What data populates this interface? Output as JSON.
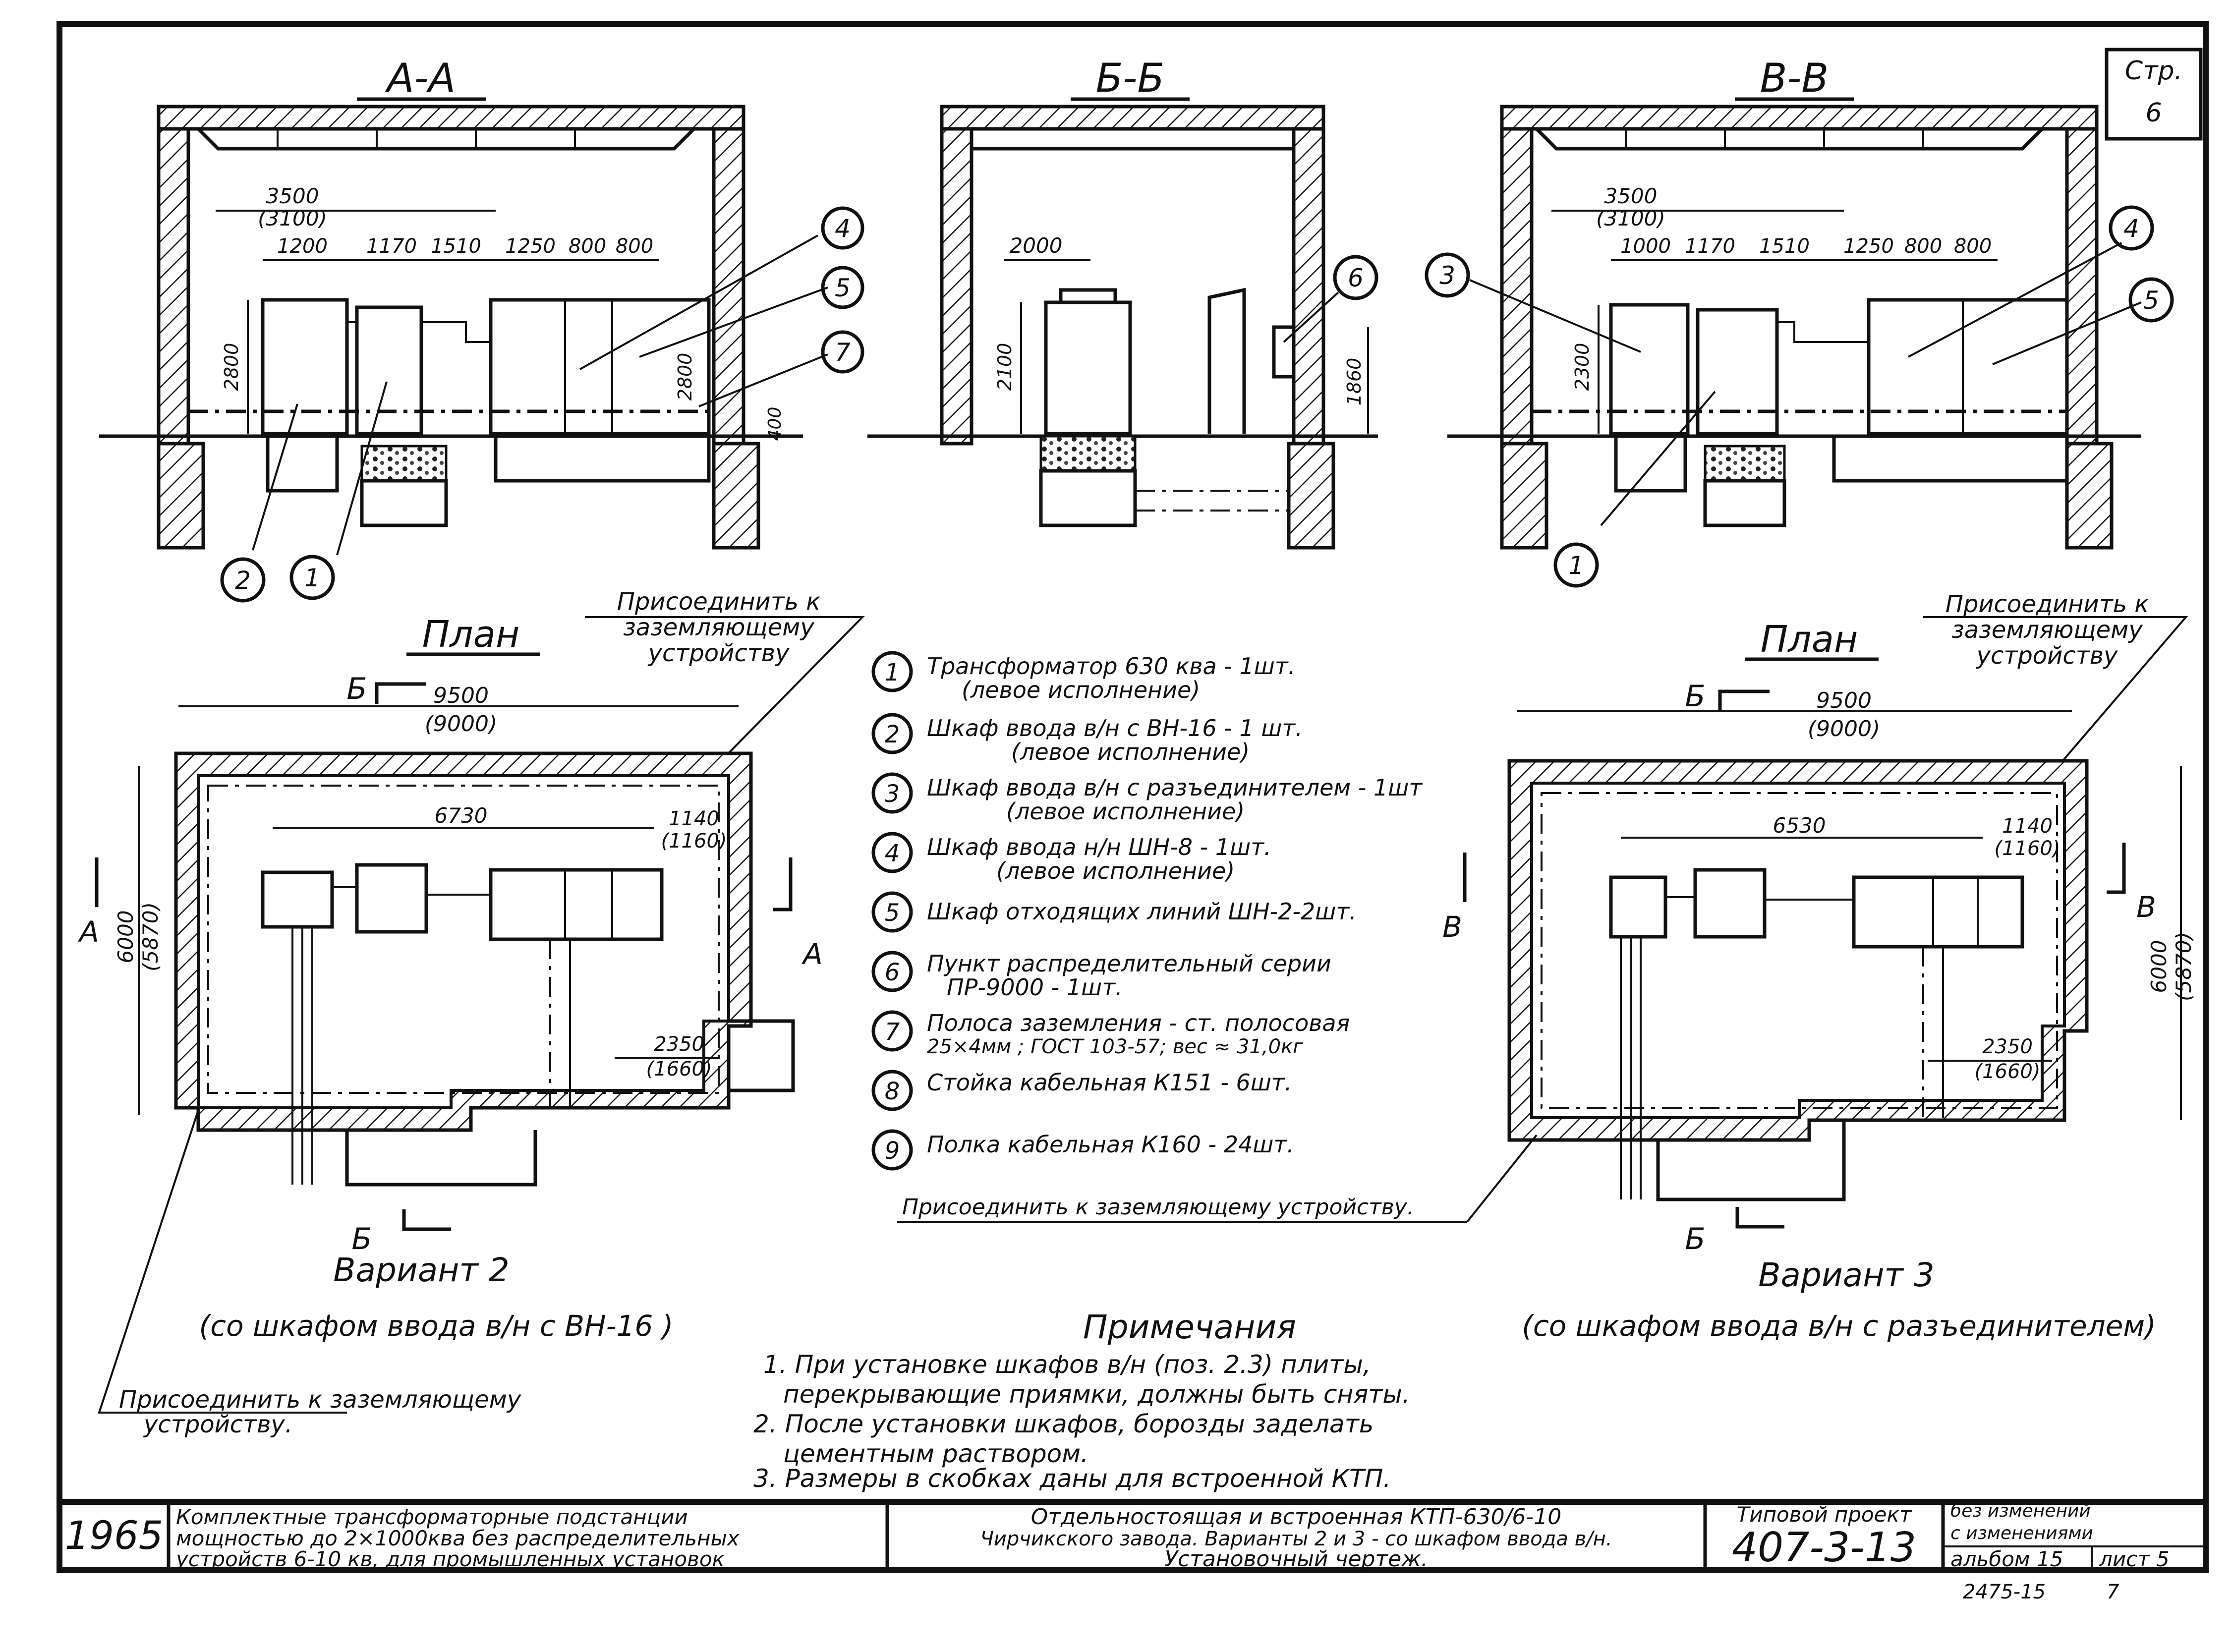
{
  "page_label": {
    "title": "Стр.",
    "number": "6"
  },
  "sections": {
    "a": {
      "title": "А-А",
      "dims": {
        "d1": "3500",
        "d1b": "(3100)",
        "d2": "1200",
        "d3": "1170",
        "d4": "1510",
        "d5": "1250",
        "d6": "800",
        "d7": "800",
        "h1": "2800",
        "h2": "2800",
        "h3": "400"
      }
    },
    "b": {
      "title": "Б-Б",
      "dims": {
        "d1": "2000",
        "h1": "2100",
        "h2": "1860"
      }
    },
    "v": {
      "title": "В-В",
      "dims": {
        "d1": "3500",
        "d1b": "(3100)",
        "d2": "1000",
        "d3": "1170",
        "d4": "1510",
        "d5": "1250",
        "d6": "800",
        "d7": "800",
        "h1": "2300"
      }
    }
  },
  "markers": {
    "m1": "1",
    "m2": "2",
    "m3": "3",
    "m4": "4",
    "m5": "5",
    "m6": "6",
    "m7": "7",
    "m8": "8",
    "m9": "9"
  },
  "plan_left": {
    "title": "План",
    "cut_b": "Б",
    "cut_a": "А",
    "dims": {
      "w": "9500",
      "wb": "(9000)",
      "inner": "6730",
      "r": "1140",
      "rb": "(1160)",
      "h": "6000",
      "hb": "(5870)",
      "e": "2350",
      "eb": "(1660)"
    },
    "variant": "Вариант 2",
    "variant_note": "(со шкафом ввода в/н с ВН-16 )",
    "connect_top": [
      "Присоединить к",
      "заземляющему",
      "устройству"
    ],
    "connect_bottom": [
      "Присоединить к заземляющему",
      "устройству."
    ]
  },
  "plan_right": {
    "title": "План",
    "cut_b": "Б",
    "cut_v": "В",
    "dims": {
      "w": "9500",
      "wb": "(9000)",
      "inner": "6530",
      "r": "1140",
      "rb": "(1160)",
      "h": "6000",
      "hb": "(5870)",
      "e": "2350",
      "eb": "(1660)"
    },
    "variant": "Вариант 3",
    "variant_note": "(со шкафом ввода в/н с разъединителем)",
    "connect_top": [
      "Присоединить к",
      "заземляющему",
      "устройству"
    ]
  },
  "legend": [
    {
      "n": "1",
      "lines": [
        "Трансформатор 630 ква - 1шт.",
        "(левое исполнение)"
      ]
    },
    {
      "n": "2",
      "lines": [
        "Шкаф ввода в/н с ВН-16 - 1 шт.",
        "(левое исполнение)"
      ]
    },
    {
      "n": "3",
      "lines": [
        "Шкаф ввода в/н с разъединителем - 1шт",
        "(левое исполнение)"
      ]
    },
    {
      "n": "4",
      "lines": [
        "Шкаф ввода н/н ШН-8 - 1шт.",
        "(левое исполнение)"
      ]
    },
    {
      "n": "5",
      "lines": [
        "Шкаф отходящих линий ШН-2-2шт."
      ]
    },
    {
      "n": "6",
      "lines": [
        "Пункт распределительный серии",
        "ПР-9000 - 1шт."
      ]
    },
    {
      "n": "7",
      "lines": [
        "Полоса заземления - ст. полосовая",
        "25×4мм ; ГОСТ 103-57; вес ≈ 31,0кг"
      ]
    },
    {
      "n": "8",
      "lines": [
        "Стойка кабельная К151 - 6шт."
      ]
    },
    {
      "n": "9",
      "lines": [
        "Полка кабельная К160 - 24шт."
      ]
    }
  ],
  "legend_connect": "Присоединить к заземляющему устройству.",
  "notes": {
    "title": "Примечания",
    "lines": [
      "1. При установке шкафов в/н (поз. 2.3) плиты,",
      "перекрывающие приямки, должны быть сняты.",
      "2. После установки шкафов, борозды заделать",
      "цементным раствором.",
      "3. Размеры в скобках даны для встроенной КТП."
    ]
  },
  "title_block": {
    "year": "1965",
    "desc": [
      "Комплектные трансформаторные подстанции",
      "мощностью до 2×1000ква без распределительных",
      "устройств 6-10 кв, для промышленных установок"
    ],
    "drawing": [
      "Отдельностоящая и встроенная КТП-630/6-10",
      "Чирчикского завода. Варианты 2 и 3 - со шкафом ввода в/н.",
      "Установочный чертеж."
    ],
    "project_label": "Типовой проект",
    "project_no": "407-3-13",
    "changes_1": "без изменений",
    "changes_2": "с изменениями",
    "album": "альбом 15",
    "sheet": "лист 5",
    "stamp": "2475-15",
    "stamp_n": "7"
  }
}
